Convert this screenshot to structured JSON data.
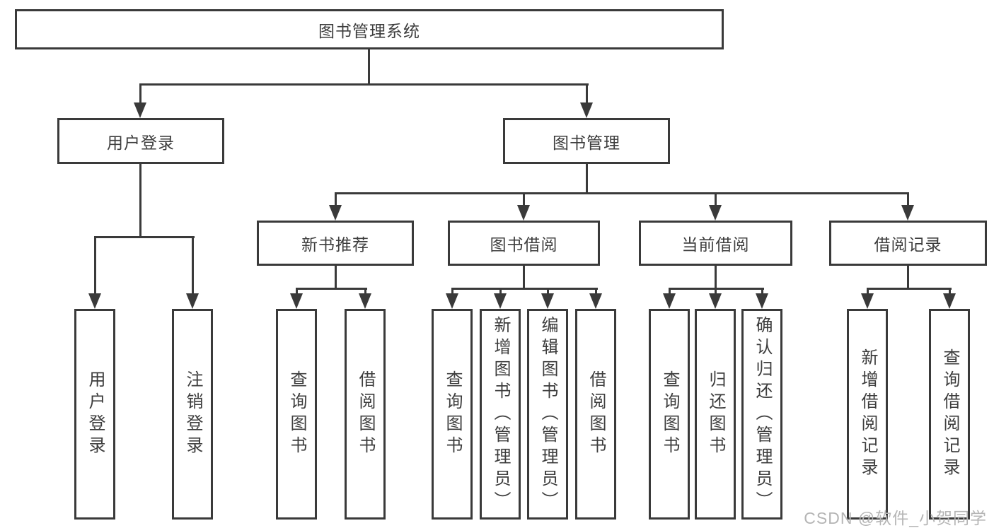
{
  "tree": {
    "label": "图书管理系统",
    "children": [
      {
        "label": "用户登录",
        "children": [
          {
            "label": "用户登录"
          },
          {
            "label": "注销登录"
          }
        ]
      },
      {
        "label": "图书管理",
        "children": [
          {
            "label": "新书推荐",
            "children": [
              {
                "label": "查询图书"
              },
              {
                "label": "借阅图书"
              }
            ]
          },
          {
            "label": "图书借阅",
            "children": [
              {
                "label": "查询图书"
              },
              {
                "label": "新增图书（管理员）"
              },
              {
                "label": "编辑图书（管理员）"
              },
              {
                "label": "借阅图书"
              }
            ]
          },
          {
            "label": "当前借阅",
            "children": [
              {
                "label": "查询图书"
              },
              {
                "label": "归还图书"
              },
              {
                "label": "确认归还（管理员）"
              }
            ]
          },
          {
            "label": "借阅记录",
            "children": [
              {
                "label": "新增借阅记录"
              },
              {
                "label": "查询借阅记录"
              }
            ]
          }
        ]
      }
    ]
  },
  "watermark": "CSDN @软件_小贺同学",
  "colors": {
    "line": "#3a3a3a",
    "text": "#3d3d3d",
    "watermark": "#b5b5b5",
    "background": "#ffffff"
  }
}
